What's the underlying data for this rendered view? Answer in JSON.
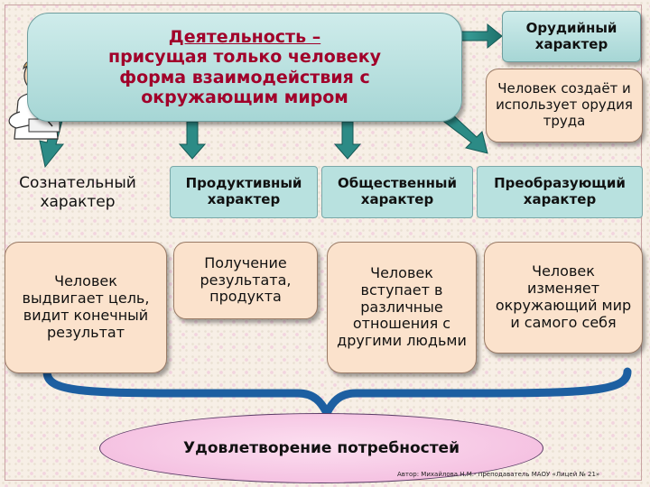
{
  "main": {
    "title": "Деятельность –",
    "lines": [
      "присущая только человеку",
      "форма взаимодействия с",
      "окружающим миром"
    ]
  },
  "instrumental": {
    "title": "Орудийный характер",
    "description": "Человек создаёт и использует орудия труда"
  },
  "columns": [
    {
      "title": "Сознательный характер",
      "description": "Человек выдвигает цель, видит конечный результат"
    },
    {
      "title": "Продуктивный характер",
      "description": "Получение результата, продукта"
    },
    {
      "title": "Общественный характер",
      "description": "Человек вступает в различные отношения с другими людьми"
    },
    {
      "title": "Преобразующий характер",
      "description": "Человек изменяет окружающий мир и самого себя"
    }
  ],
  "needs": "Удовлетворение потребностей",
  "footer": "Автор: Михайлова Н.М.- преподаватель МАОУ «Лицей № 21»",
  "colors": {
    "teal": "#b8e1df",
    "peach": "#fbe2cc",
    "pink": "#f2b6dc",
    "arrow": "#2c8b86",
    "brace": "#1d5fa1"
  }
}
